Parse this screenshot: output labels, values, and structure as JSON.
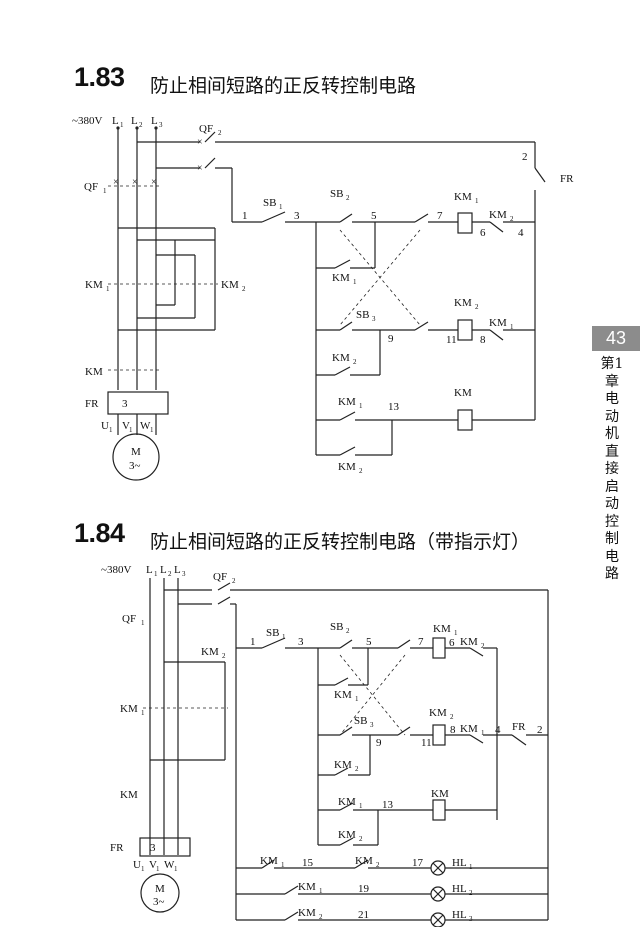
{
  "sections": [
    {
      "number": "1.83",
      "title": "防止相间短路的正反转控制电路"
    },
    {
      "number": "1.84",
      "title": "防止相间短路的正反转控制电路（带指示灯）"
    }
  ],
  "side_tab": {
    "page_number": "43",
    "chapter": "第1章 电动机直接启动控制电路"
  },
  "labels": {
    "supply": "~380V",
    "L": "L",
    "s1": "1",
    "s2": "2",
    "s3": "3",
    "QF": "QF",
    "KM": "KM",
    "FR": "FR",
    "SB": "SB",
    "M": "M",
    "M3": "3~",
    "HL": "HL",
    "U": "U",
    "V": "V",
    "W": "W",
    "fr_box": "3",
    "n1": "1",
    "n2": "2",
    "n3": "3",
    "n4": "4",
    "n5": "5",
    "n6": "6",
    "n7": "7",
    "n8": "8",
    "n9": "9",
    "n11": "11",
    "n13": "13",
    "n15": "15",
    "n17": "17",
    "n19": "19",
    "n21": "21"
  }
}
